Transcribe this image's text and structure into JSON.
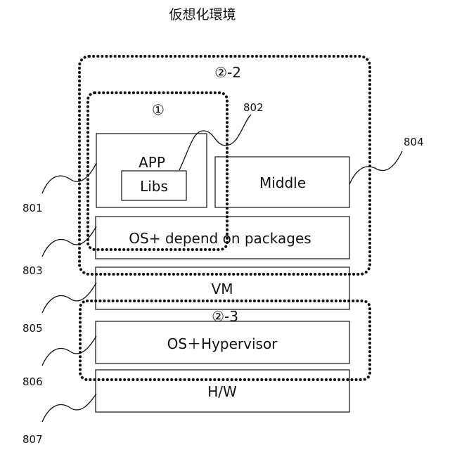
{
  "title": "仮想化環境",
  "blocks": {
    "app": "APP",
    "libs": "Libs",
    "middle": "Middle",
    "os_packages": "OS+ depend on packages",
    "vm": "VM",
    "os_hypervisor": "OS＋Hypervisor",
    "hw": "H/W"
  },
  "regions": {
    "region_1": "①",
    "region_2_2": "②-2",
    "region_2_3": "②-3"
  },
  "refs": {
    "r801": "801",
    "r802": "802",
    "r803": "803",
    "r804": "804",
    "r805": "805",
    "r806": "806",
    "r807": "807"
  }
}
